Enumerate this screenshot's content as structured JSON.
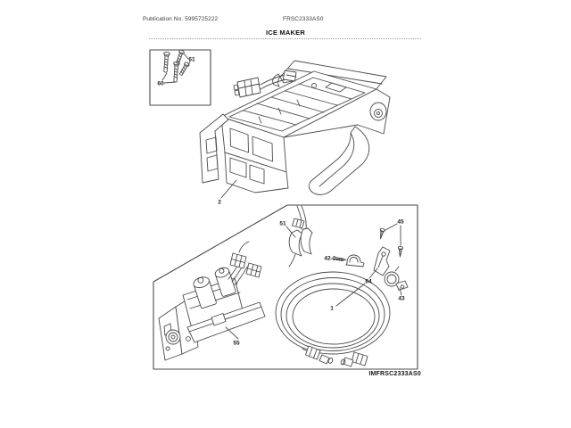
{
  "header": {
    "publication": "Publication No. 5995725222",
    "model": "FRSC2333AS0",
    "title": "ICE MAKER"
  },
  "footer": {
    "diagram_code": "IMFRSC2333AS0"
  },
  "callouts": {
    "c1": "1",
    "c2": "2",
    "c42": "42",
    "c43": "43",
    "c45": "45",
    "c51": "51",
    "c55": "55",
    "c60": "60",
    "c61": "61",
    "c64": "64"
  },
  "colors": {
    "line": "#4a4a4a",
    "text": "#1f1f1f",
    "divider": "#9a9a9a"
  }
}
